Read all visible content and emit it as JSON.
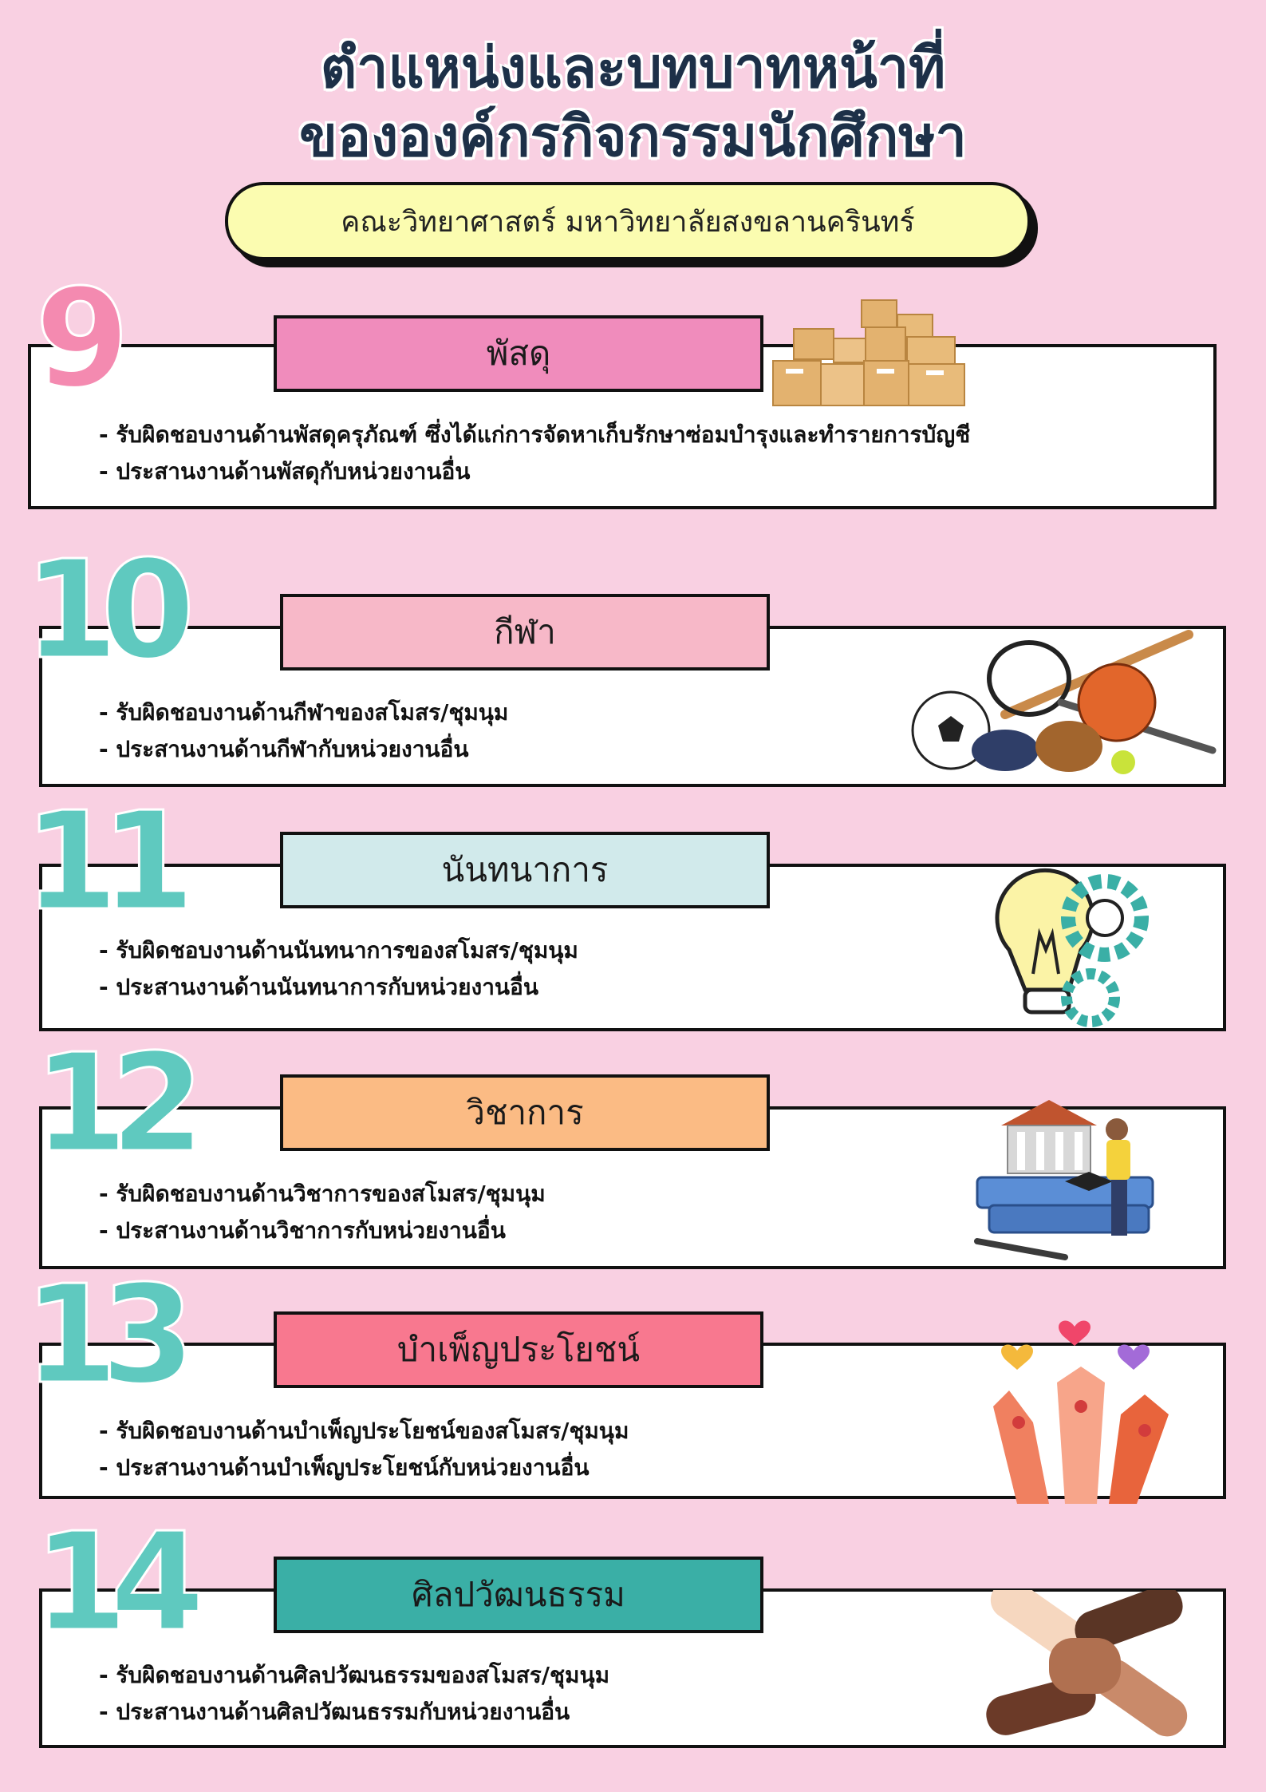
{
  "title_line1": "ตำแหน่งและบทบาทหน้าที่",
  "title_line2": "ขององค์กรกิจกรรมนักศึกษา",
  "subtitle": "คณะวิทยาศาสตร์ มหาวิทยาลัยสงขลานครินทร์",
  "sections": [
    {
      "number": "9",
      "label": "พัสดุ",
      "bullets": [
        "- รับผิดชอบงานด้านพัสดุครุภัณฑ์ ซึ่งได้แก่การจัดหาเก็บรักษาซ่อมบำรุงและทำรายการบัญชี",
        "- ประสานงานด้านพัสดุกับหน่วยงานอื่น"
      ]
    },
    {
      "number": "10",
      "label": "กีฬา",
      "bullets": [
        "- รับผิดชอบงานด้านกีฬาของสโมสร/ชุมนุม",
        "- ประสานงานด้านกีฬากับหน่วยงานอื่น"
      ]
    },
    {
      "number": "11",
      "label": "นันทนาการ",
      "bullets": [
        "- รับผิดชอบงานด้านนันทนาการของสโมสร/ชุมนุม",
        "- ประสานงานด้านนันทนาการกับหน่วยงานอื่น"
      ]
    },
    {
      "number": "12",
      "label": "วิชาการ",
      "bullets": [
        "- รับผิดชอบงานด้านวิชาการของสโมสร/ชุมนุม",
        "- ประสานงานด้านวิชาการกับหน่วยงานอื่น"
      ]
    },
    {
      "number": "13",
      "label": "บำเพ็ญประโยชน์",
      "bullets": [
        "- รับผิดชอบงานด้านบำเพ็ญประโยชน์ของสโมสร/ชุมนุม",
        "- ประสานงานด้านบำเพ็ญประโยชน์กับหน่วยงานอื่น"
      ]
    },
    {
      "number": "14",
      "label": "ศิลปวัฒนธรรม",
      "bullets": [
        "- รับผิดชอบงานด้านศิลปวัฒนธรรมของสโมสร/ชุมนุม",
        "- ประสานงานด้านศิลปวัฒนธรรมกับหน่วยงานอื่น"
      ]
    }
  ],
  "colors": {
    "background": "#f9d0e2",
    "title": "#1d3048",
    "subtitle_fill": "#fbfcb0",
    "label_supplies": "#f08cbc",
    "label_sports": "#f7b8c8",
    "label_recreation": "#d1eaeb",
    "label_academic": "#fbbb84",
    "label_service": "#f8788f",
    "label_culture": "#3aafa6",
    "number_teal": "#5fc9bf",
    "number_pink": "#f48ab0",
    "number_orange": "#f8a85a"
  },
  "icons": [
    "boxes-illustration",
    "sports-equipment-illustration",
    "lightbulb-gears-illustration",
    "books-student-illustration",
    "hands-hearts-illustration",
    "joined-hands-illustration"
  ]
}
